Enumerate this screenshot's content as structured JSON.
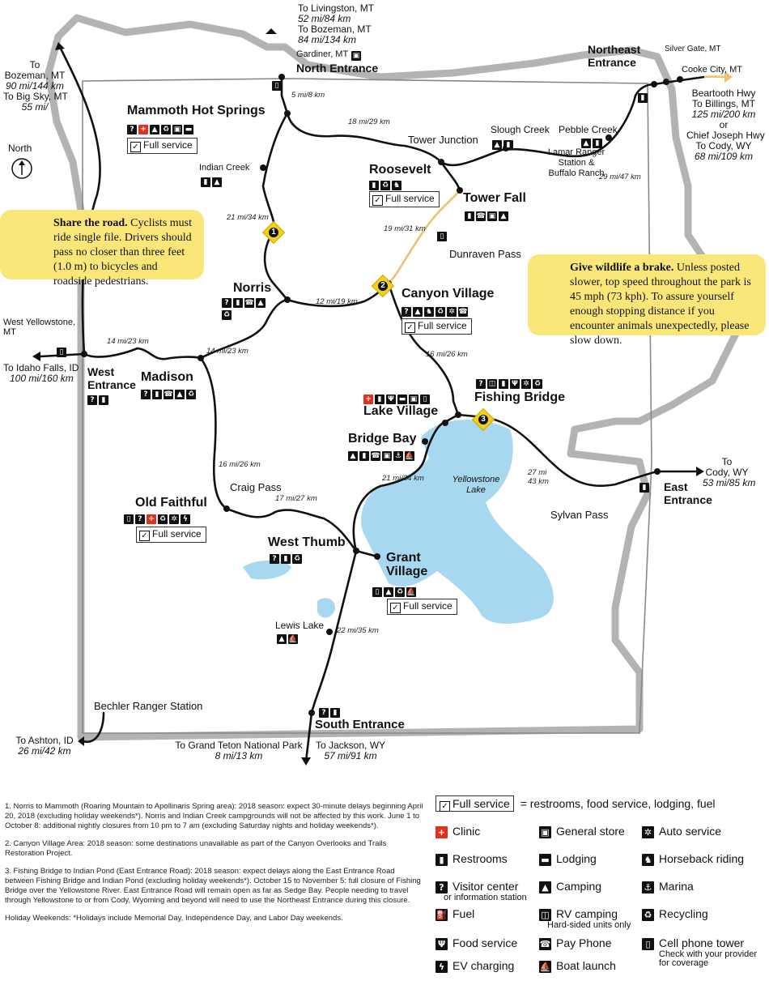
{
  "orientation": {
    "label": "North"
  },
  "locations": {
    "mammoth": {
      "name": "Mammoth Hot Springs",
      "icons": [
        "visitor-center-icon",
        "clinic-icon",
        "camping-icon",
        "recycling-icon",
        "general-store-icon",
        "lodging-icon"
      ],
      "full_service": "Full service"
    },
    "indian_creek": {
      "name": "Indian Creek",
      "icons": [
        "restrooms-icon",
        "camping-icon"
      ]
    },
    "roosevelt": {
      "name": "Roosevelt",
      "icons": [
        "restrooms-icon",
        "recycling-icon",
        "horseback-riding-icon"
      ],
      "full_service": "Full service"
    },
    "tower_fall": {
      "name": "Tower Fall",
      "icons": [
        "restrooms-icon",
        "pay-phone-icon",
        "general-store-icon",
        "camping-icon"
      ]
    },
    "tower_junction": {
      "name": "Tower Junction"
    },
    "slough_creek": {
      "name": "Slough Creek",
      "icons": [
        "camping-icon",
        "restrooms-icon"
      ]
    },
    "pebble_creek": {
      "name": "Pebble Creek",
      "icons": [
        "camping-icon",
        "restrooms-icon"
      ]
    },
    "lamar": {
      "name": "Lamar Ranger Station & Buffalo Ranch"
    },
    "norris": {
      "name": "Norris",
      "icons": [
        "visitor-center-icon",
        "restrooms-icon",
        "pay-phone-icon",
        "camping-icon",
        "recycling-icon"
      ]
    },
    "canyon": {
      "name": "Canyon Village",
      "icons": [
        "visitor-center-icon",
        "camping-icon",
        "horseback-riding-icon",
        "recycling-icon",
        "auto-service-icon",
        "pay-phone-icon"
      ],
      "full_service": "Full service"
    },
    "madison": {
      "name": "Madison",
      "icons": [
        "visitor-center-icon",
        "restrooms-icon",
        "pay-phone-icon",
        "camping-icon",
        "recycling-icon"
      ]
    },
    "west_entrance": {
      "name": "West Entrance",
      "icons": [
        "visitor-center-icon",
        "restrooms-icon"
      ]
    },
    "fishing_bridge": {
      "name": "Fishing Bridge",
      "icons": [
        "visitor-center-icon",
        "rv-camping-icon",
        "restrooms-icon",
        "food-service-icon",
        "auto-service-icon",
        "recycling-icon"
      ]
    },
    "lake_village": {
      "name": "Lake Village",
      "icons": [
        "clinic-icon",
        "restrooms-icon",
        "food-service-icon",
        "lodging-icon",
        "general-store-icon",
        "cell-tower-icon"
      ]
    },
    "bridge_bay": {
      "name": "Bridge Bay",
      "icons": [
        "camping-icon",
        "restrooms-icon",
        "pay-phone-icon",
        "general-store-icon",
        "marina-icon",
        "boat-launch-icon"
      ]
    },
    "old_faithful": {
      "name": "Old Faithful",
      "icons": [
        "cell-tower-icon",
        "visitor-center-icon",
        "clinic-icon",
        "recycling-icon",
        "auto-service-icon",
        "ev-charging-icon"
      ],
      "full_service": "Full service"
    },
    "craig_pass": {
      "name": "Craig Pass"
    },
    "west_thumb": {
      "name": "West Thumb",
      "icons": [
        "visitor-center-icon",
        "restrooms-icon",
        "recycling-icon"
      ]
    },
    "grant_village": {
      "name": "Grant Village",
      "icons": [
        "camping-icon",
        "recycling-icon",
        "boat-launch-icon"
      ],
      "full_service": "Full service"
    },
    "lewis_lake": {
      "name": "Lewis Lake",
      "icons": [
        "camping-icon",
        "boat-launch-icon"
      ]
    },
    "south_entrance": {
      "name": "South Entrance",
      "icons": [
        "visitor-center-icon",
        "restrooms-icon"
      ]
    },
    "east_entrance": {
      "name": "East Entrance",
      "icons": [
        "restrooms-icon"
      ]
    },
    "sylvan_pass": {
      "name": "Sylvan Pass"
    },
    "dunraven_pass": {
      "name": "Dunraven Pass"
    },
    "north_entrance": {
      "name": "North Entrance"
    },
    "gardiner": {
      "name": "Gardiner, MT"
    },
    "northeast_entrance": {
      "name": "Northeast Entrance"
    },
    "silver_gate": {
      "name": "Silver Gate, MT"
    },
    "cooke_city": {
      "name": "Cooke City, MT"
    },
    "west_yellowstone": {
      "name": "West Yellowstone, MT"
    },
    "bechler": {
      "name": "Bechler Ranger Station"
    },
    "yellowstone_lake": {
      "name": "Yellowstone Lake"
    }
  },
  "destinations": {
    "livingston": {
      "line1": "To Livingston, MT",
      "line2": "52 mi/84 km",
      "line3": "To Bozeman, MT",
      "line4": "84 mi/134 km"
    },
    "bozeman_west": {
      "line1": "To",
      "line2": "Bozeman, MT",
      "line3": "90 mi/144 km",
      "line4": "To Big Sky, MT",
      "line5": "55 mi/"
    },
    "beartooth": {
      "line1": "Beartooth Hwy",
      "line2": "To Billings, MT",
      "line3": "125 mi/200 km",
      "line4": "or",
      "line5": "Chief Joseph Hwy",
      "line6": "To Cody, WY",
      "line7": "68 mi/109 km"
    },
    "idaho_falls": {
      "line1": "To Idaho Falls, ID",
      "line2": "100 mi/160 km"
    },
    "cody": {
      "line1": "To",
      "line2": "Cody, WY",
      "line3": "53 mi/85 km"
    },
    "ashton": {
      "line1": "To Ashton, ID",
      "line2": "26 mi/42 km"
    },
    "grand_teton": {
      "line1": "To Grand Teton National Park",
      "line2": "8 mi/13 km"
    },
    "jackson": {
      "line1": "To Jackson, WY",
      "line2": "57 mi/91 km"
    }
  },
  "distances": {
    "north_mammoth": "5 mi/8 km",
    "mammoth_tower": "18 mi/29 km",
    "tower_northeast": "29 mi/47 km",
    "mammoth_norris": "21 mi/34 km",
    "tower_canyon": "19 mi/31 km",
    "norris_canyon": "12 mi/19 km",
    "west_madison": "14 mi/23 km",
    "madison_norris": "14 mi/23 km",
    "canyon_lake": "16 mi/26 km",
    "madison_oldfaithful": "16 mi/26 km",
    "oldfaithful_westthumb": "17 mi/27 km",
    "westthumb_lake": "21 mi/34 km",
    "fishing_east_a": "27 mi",
    "fishing_east_b": "43 km",
    "westthumb_south": "22 mi/35 km"
  },
  "notes": {
    "road_markers": [
      "1",
      "2",
      "3"
    ],
    "share_road": {
      "title": "Share the road.",
      "body": "Cyclists must ride single file. Drivers should pass no closer than three feet (1.0 m) to bicycles and roadside pedestrians."
    },
    "wildlife": {
      "title": "Give wildlife a brake.",
      "body": "Unless posted slower, top speed throughout the park is 45 mph (73 kph). To assure yourself enough stopping distance if you encounter animals unexpectedly, please slow down."
    }
  },
  "footnotes": [
    "1. Norris to Mammoth (Roaring Mountain to Apollinaris Spring area): 2018 season: expect 30-minute delays beginning April 20, 2018 (excluding holiday weekends*). Norris and Indian Creek campgrounds will not be affected by this work. June 1 to October 8: additional nightly closures from 10 pm to 7 am (excluding Saturday nights and holiday weekends*).",
    "2. Canyon Village Area: 2018 season: some destinations unavailable as part of the Canyon Overlooks and Trails Restoration Project.",
    "3. Fishing Bridge to Indian Pond (East Entrance Road): 2018 season: expect delays along the East Entrance Road between Fishing Bridge and Indian Pond (excluding holiday weekends*). October 15 to November 5: full closure of Fishing Bridge over the Yellowstone River. East Entrance Road will remain open as far as Sedge Bay. People needing to travel through Yellowstone to or from Cody, Wyoming and beyond will need to use the Northeast Entrance during this closure.",
    "Holiday Weekends: *Holidays include Memorial Day, Independence Day, and Labor Day weekends."
  ],
  "legend": {
    "full_service_label": "Full service",
    "full_service_desc": "= restrooms, food service, lodging, fuel",
    "items": [
      {
        "icon": "clinic-icon",
        "label": "Clinic"
      },
      {
        "icon": "general-store-icon",
        "label": "General store"
      },
      {
        "icon": "auto-service-icon",
        "label": "Auto service"
      },
      {
        "icon": "restrooms-icon",
        "label": "Restrooms"
      },
      {
        "icon": "lodging-icon",
        "label": "Lodging"
      },
      {
        "icon": "horseback-riding-icon",
        "label": "Horseback riding"
      },
      {
        "icon": "visitor-center-icon",
        "label": "Visitor center",
        "sub": "or information station"
      },
      {
        "icon": "camping-icon",
        "label": "Camping"
      },
      {
        "icon": "marina-icon",
        "label": "Marina"
      },
      {
        "icon": "fuel-icon",
        "label": "Fuel"
      },
      {
        "icon": "rv-camping-icon",
        "label": "RV camping",
        "sub": "Hard-sided units only"
      },
      {
        "icon": "recycling-icon",
        "label": "Recycling"
      },
      {
        "icon": "food-service-icon",
        "label": "Food service"
      },
      {
        "icon": "pay-phone-icon",
        "label": "Pay Phone"
      },
      {
        "icon": "cell-tower-icon",
        "label": "Cell phone tower",
        "sub": "Check with your provider for coverage"
      },
      {
        "icon": "ev-charging-icon",
        "label": "EV charging"
      },
      {
        "icon": "boat-launch-icon",
        "label": "Boat launch"
      }
    ]
  },
  "colors": {
    "road": "#111111",
    "lake": "#a8d8ef",
    "boundary_outer": "#b3b3b3",
    "boundary_inner": "#888888",
    "note_bg": "#fbe67a",
    "clinic": "#e0311f",
    "dunraven_road": "#f0c070",
    "marker": "#f2cf1b"
  }
}
